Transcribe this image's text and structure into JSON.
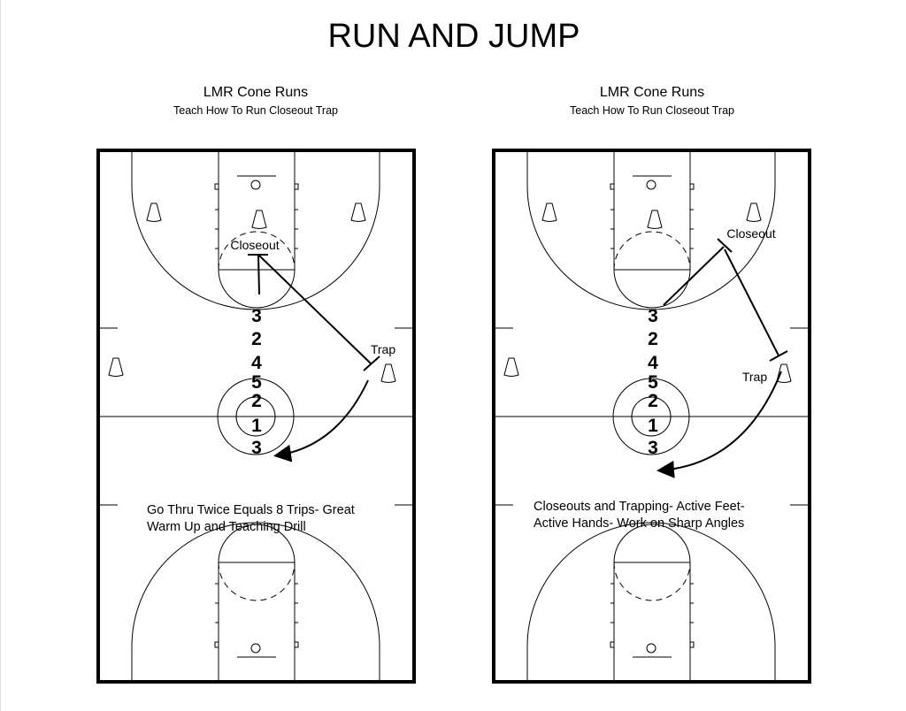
{
  "title": "RUN AND JUMP",
  "diagrams": [
    {
      "heading": "LMR Cone Runs",
      "subheading": "Teach How To Run Closeout Trap",
      "closeout_label": "Closeout",
      "trap_label": "Trap",
      "sequence": [
        "3",
        "2",
        "4",
        "5",
        "2",
        "1",
        "3"
      ],
      "caption": "Go Thru Twice Equals 8 Trips- Great\nWarm Up and Teaching Drill"
    },
    {
      "heading": "LMR Cone Runs",
      "subheading": "Teach How To Run Closeout Trap",
      "closeout_label": "Closeout",
      "trap_label": "Trap",
      "sequence": [
        "3",
        "2",
        "4",
        "5",
        "2",
        "1",
        "3"
      ],
      "caption": "Closeouts and Trapping- Active Feet-\nActive Hands- Work on Sharp Angles"
    }
  ]
}
